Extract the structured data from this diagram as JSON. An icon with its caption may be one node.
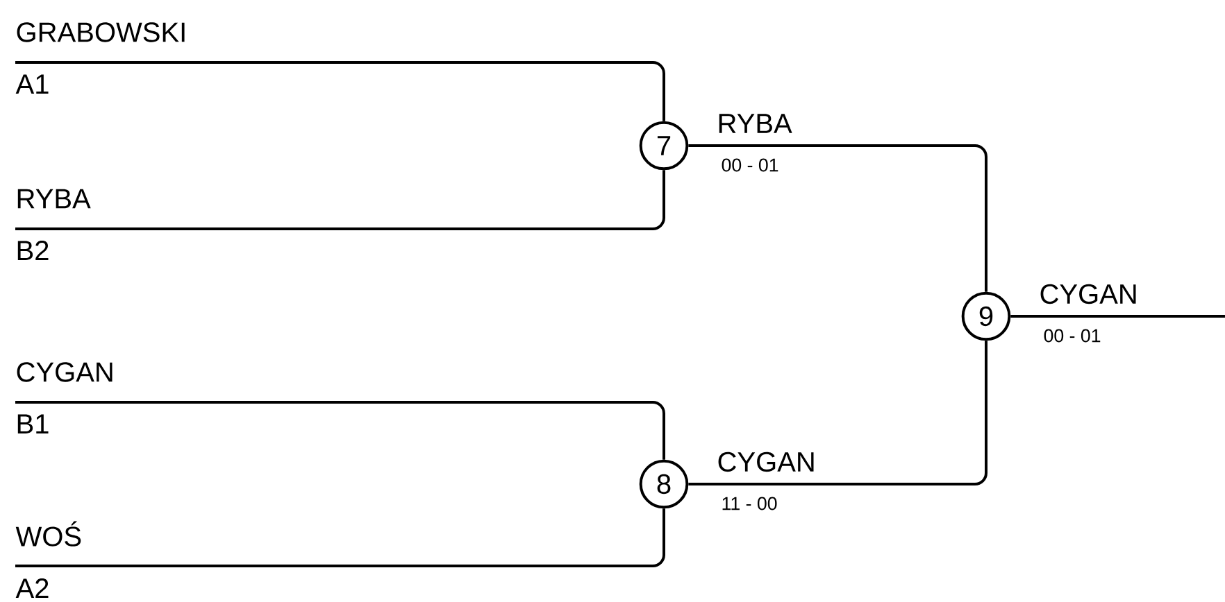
{
  "diagram": {
    "nodes": [
      {
        "text": [
          "GRABOWSKI",
          "A1"
        ]
      },
      {
        "text": [
          "RYBA",
          "B2"
        ]
      },
      {
        "text": [
          "CYGAN",
          "B1"
        ]
      },
      {
        "text": [
          "WOŚ",
          "A2"
        ]
      },
      {
        "text": [
          "7"
        ],
        "beside": [
          "RYBA",
          "00 - 01"
        ]
      },
      {
        "text": [
          "8"
        ],
        "beside": [
          "CYGAN",
          "11 - 00"
        ]
      },
      {
        "text": [
          "9"
        ],
        "beside": [
          "CYGAN",
          "00 - 01"
        ]
      }
    ],
    "edges": [
      {
        "from": 0,
        "to": 4,
        "arrow": "none"
      },
      {
        "from": 1,
        "to": 4,
        "arrow": "none"
      },
      {
        "from": 2,
        "to": 5,
        "arrow": "none"
      },
      {
        "from": 3,
        "to": 5,
        "arrow": "none"
      },
      {
        "from": 4,
        "to": 6,
        "arrow": "none"
      },
      {
        "from": 5,
        "to": 6,
        "arrow": "none"
      },
      {
        "from": 6,
        "to": null,
        "arrow": "none"
      }
    ]
  }
}
